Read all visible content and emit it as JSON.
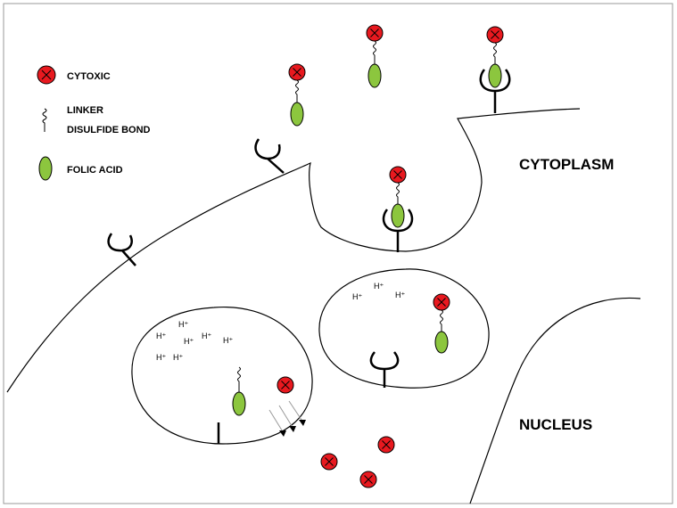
{
  "legend": {
    "cytotoxic": "CYTOXIC",
    "linker": "LINKER",
    "disulfide": "DISULFIDE BOND",
    "folic_acid": "FOLIC ACID"
  },
  "labels": {
    "cytoplasm": "CYTOPLASM",
    "nucleus": "NUCLEUS"
  },
  "proton": "H⁺",
  "colors": {
    "cytotoxic": "#e8191f",
    "folic_acid": "#8cc63e",
    "stroke": "#000000",
    "arrows": "#999999"
  }
}
